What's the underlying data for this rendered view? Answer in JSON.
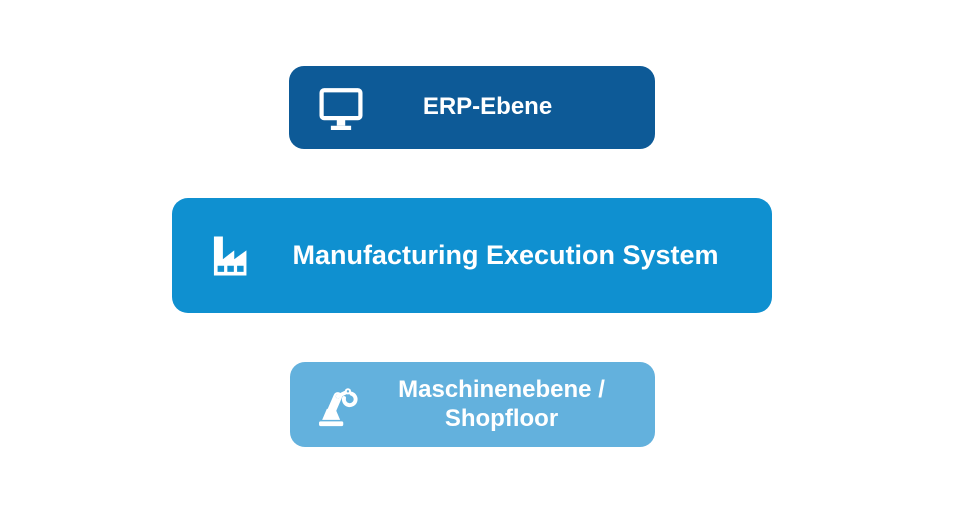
{
  "background": "#ffffff",
  "text_color": "#ffffff",
  "levels": [
    {
      "id": "erp-ebene",
      "label": "ERP-Ebene",
      "icon": "monitor-icon",
      "color": "#0d5a97"
    },
    {
      "id": "manufacturing-execution-system",
      "label": "Manufacturing Execution System",
      "icon": "factory-icon",
      "color": "#0f90d0"
    },
    {
      "id": "maschinenebene-shopfloor",
      "label": "Maschinenebene / Shopfloor",
      "icon": "robot-arm-icon",
      "color": "#63b1dd"
    }
  ]
}
